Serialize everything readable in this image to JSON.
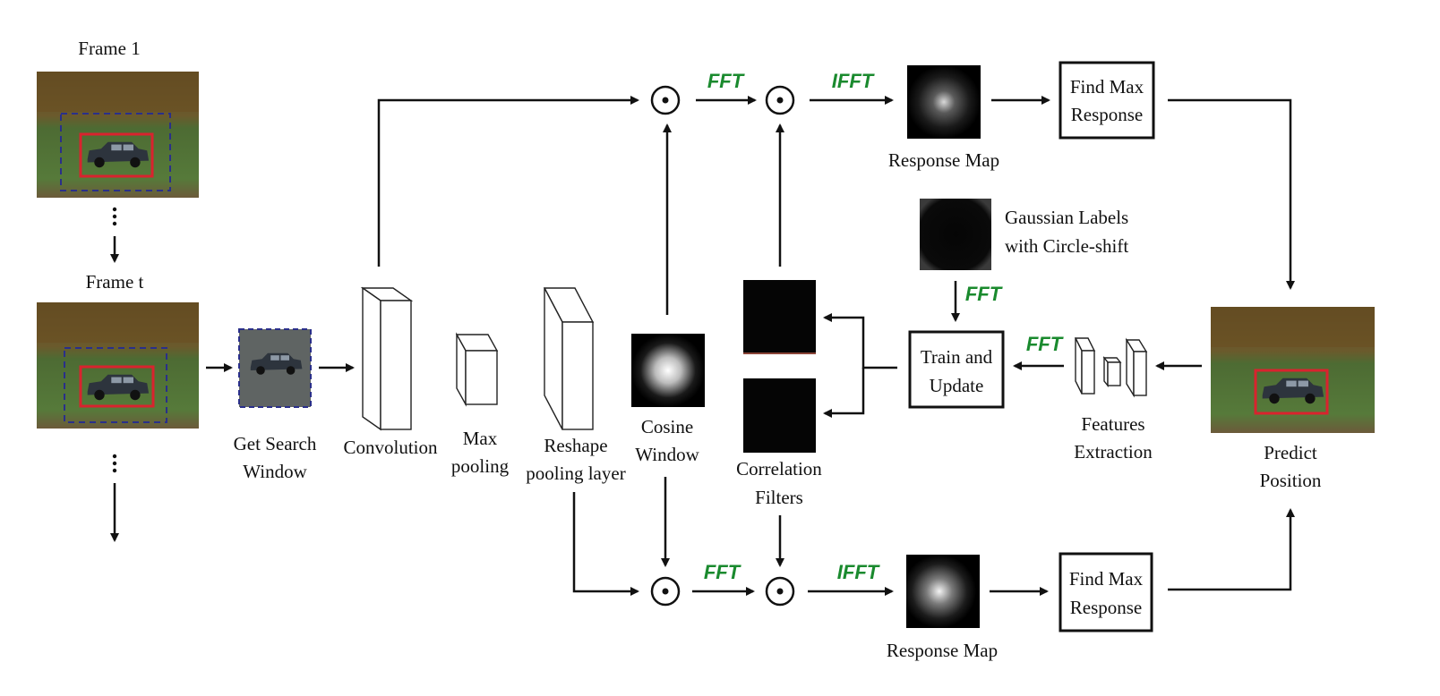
{
  "frames": {
    "frame1": "Frame 1",
    "frame_t": "Frame t"
  },
  "labels": {
    "get_search_window": [
      "Get Search",
      "Window"
    ],
    "convolution": "Convolution",
    "max_pooling": [
      "Max",
      "pooling"
    ],
    "reshape": [
      "Reshape",
      "pooling layer"
    ],
    "cosine_window": [
      "Cosine",
      "Window"
    ],
    "correlation_filters": [
      "Correlation",
      "Filters"
    ],
    "response_map_top": "Response Map",
    "response_map_bottom": "Response Map",
    "find_max_top": [
      "Find Max",
      "Response"
    ],
    "find_max_bottom": [
      "Find Max",
      "Response"
    ],
    "gaussian_labels": [
      "Gaussian Labels",
      "with Circle-shift"
    ],
    "train_update": [
      "Train and",
      "Update"
    ],
    "features_extraction": [
      "Features",
      "Extraction"
    ],
    "predict_position": [
      "Predict",
      "Position"
    ]
  },
  "ops": {
    "fft": "FFT",
    "ifft": "IFFT"
  },
  "colors": {
    "fft_text": "#1a8a2e",
    "target_box": "#d9232e",
    "search_box": "#2a2f8a"
  }
}
